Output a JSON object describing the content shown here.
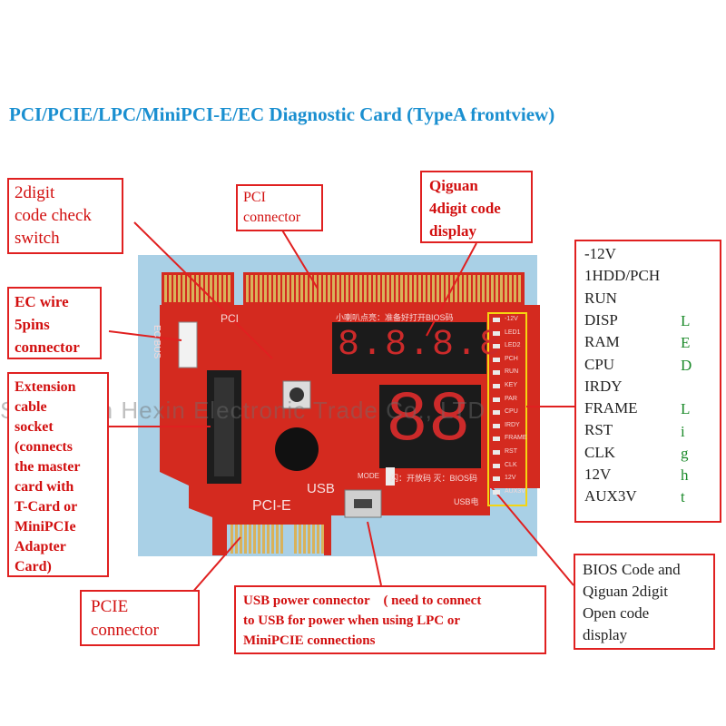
{
  "title": "PCI/PCIE/LPC/MiniPCI-E/EC Diagnostic Card (TypeA frontview)",
  "watermark": "Shenzhen Hexin Electronic Trade Co., LTD",
  "colors": {
    "title": "#1a8fd0",
    "label_border": "#e02020",
    "label_text": "#d21010",
    "led_letters": "#1b8a2a",
    "pcb": "#d42a1f",
    "background_photo": "#a9d0e6"
  },
  "callouts": {
    "code_check_switch": [
      "2digit",
      "code check",
      "switch"
    ],
    "pci_connector": [
      "PCI",
      "connector"
    ],
    "qiguan_4digit": [
      "Qiguan",
      "4digit code",
      "display"
    ],
    "ec_wire": [
      "EC wire",
      "5pins",
      "connector"
    ],
    "extension_socket": [
      "Extension",
      "cable",
      "socket",
      "(connects",
      "the master",
      "card with",
      "T-Card or",
      "MiniPCIe",
      "Adapter",
      "Card)"
    ],
    "pcie_connector": [
      "PCIE",
      "connector"
    ],
    "usb_power": [
      "USB power connector　( need to connect",
      "to USB for power when using LPC or",
      "MiniPCIE connections"
    ],
    "bios_code": [
      "BIOS Code and",
      "Qiguan 2digit",
      "Open code",
      "display"
    ]
  },
  "led_list": {
    "labels": [
      "-12V",
      "1HDD/PCH",
      "RUN",
      "DISP",
      "RAM",
      "CPU",
      "IRDY",
      "FRAME",
      "RST",
      "CLK",
      "12V",
      "AUX3V"
    ],
    "side_text": [
      "L",
      "E",
      "D",
      "",
      "L",
      "i",
      "g",
      "h",
      "t"
    ]
  },
  "board": {
    "pci_label": "PCI",
    "ec_bus_label": "EC BUS",
    "pcie_label": "PCI-E",
    "usb_label": "USB",
    "mode_label": "MODE",
    "chinese_top": "小喇叭点亮：准备好打开BIOS码",
    "chinese_bottom_1": "闪：开放码 灭：BIOS码",
    "chinese_bottom_2": "USB电",
    "four_digit_value": "8.8.8.8.",
    "two_digit_value": "88",
    "led_strip_labels": [
      "-12V",
      "LED1",
      "LED2",
      "PCH",
      "RUN",
      "KEY",
      "PAR",
      "CPU",
      "IRDY",
      "FRAME",
      "RST",
      "CLK",
      "12V",
      "AUX3V"
    ]
  }
}
